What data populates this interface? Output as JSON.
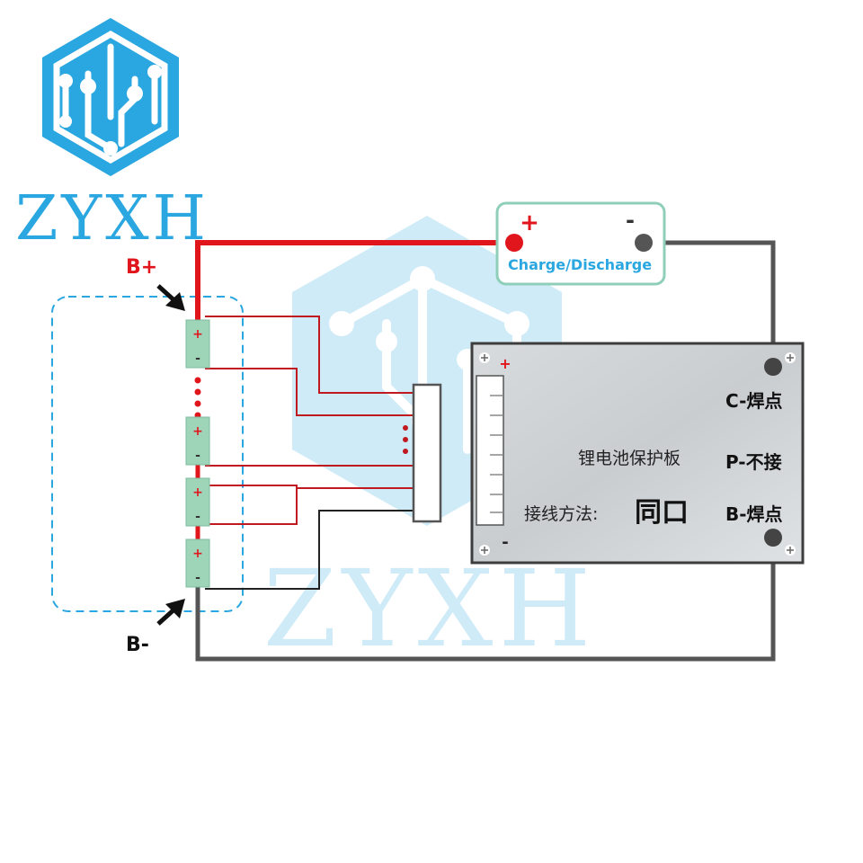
{
  "brand": {
    "name": "ZYXH",
    "color": "#2aa7e0",
    "logo_icon": "circuit-hexagon-icon",
    "watermark_text": "ZYXH"
  },
  "battery_pack": {
    "positive_label": "B+",
    "negative_label": "B-",
    "cell_plus": "+",
    "cell_minus": "-"
  },
  "charge_discharge": {
    "label": "Charge/Discharge",
    "plus": "+",
    "minus": "-"
  },
  "protection_board": {
    "title": "锂电池保护板",
    "wiring_label": "接线方法:",
    "wiring_value": "同口",
    "c_terminal": "C-焊点",
    "p_terminal": "P-不接",
    "b_terminal": "B-焊点",
    "connector_plus": "+",
    "connector_minus": "-"
  },
  "colors": {
    "positive_wire": "#e0161c",
    "balance_wire": "#c01a20",
    "negative_wire": "#555555",
    "cell": "#9ed5b9",
    "charge_box": "#8fcfb9"
  }
}
